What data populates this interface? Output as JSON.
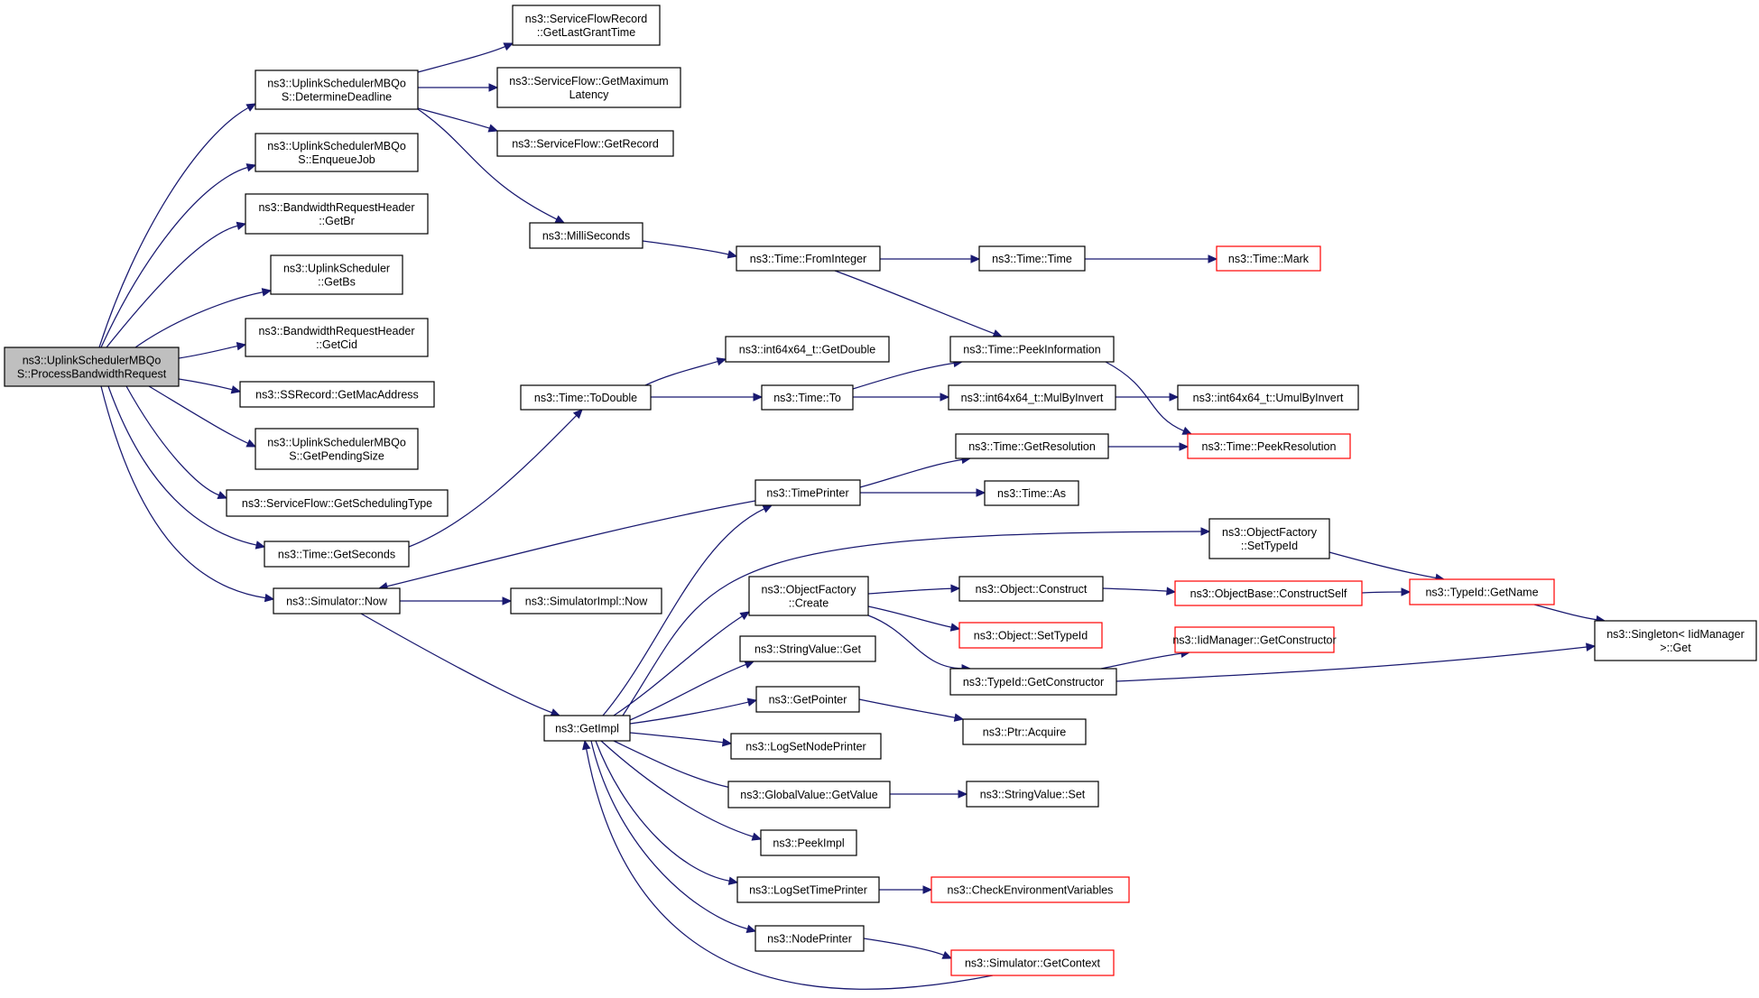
{
  "colors": {
    "edge": "#191970",
    "node_fill": "#ffffff",
    "node_border": "#000000",
    "root_fill": "#bfbfbf",
    "truncated_border": "#ff0000"
  },
  "nodes": [
    {
      "id": "root",
      "lines": [
        "ns3::UplinkSchedulerMBQo",
        "S::ProcessBandwidthRequest"
      ],
      "style": "root"
    },
    {
      "id": "deadline",
      "lines": [
        "ns3::UplinkSchedulerMBQo",
        "S::DetermineDeadline"
      ],
      "style": "normal"
    },
    {
      "id": "enqueue",
      "lines": [
        "ns3::UplinkSchedulerMBQo",
        "S::EnqueueJob"
      ],
      "style": "normal"
    },
    {
      "id": "getbr",
      "lines": [
        "ns3::BandwidthRequestHeader",
        "::GetBr"
      ],
      "style": "normal"
    },
    {
      "id": "getbs",
      "lines": [
        "ns3::UplinkScheduler",
        "::GetBs"
      ],
      "style": "normal"
    },
    {
      "id": "getcid",
      "lines": [
        "ns3::BandwidthRequestHeader",
        "::GetCid"
      ],
      "style": "normal"
    },
    {
      "id": "getmac",
      "lines": [
        "ns3::SSRecord::GetMacAddress"
      ],
      "style": "normal"
    },
    {
      "id": "pending",
      "lines": [
        "ns3::UplinkSchedulerMBQo",
        "S::GetPendingSize"
      ],
      "style": "normal"
    },
    {
      "id": "schedtype",
      "lines": [
        "ns3::ServiceFlow::GetSchedulingType"
      ],
      "style": "normal"
    },
    {
      "id": "getseconds",
      "lines": [
        "ns3::Time::GetSeconds"
      ],
      "style": "normal"
    },
    {
      "id": "simnow",
      "lines": [
        "ns3::Simulator::Now"
      ],
      "style": "normal"
    },
    {
      "id": "lastgrant",
      "lines": [
        "ns3::ServiceFlowRecord",
        "::GetLastGrantTime"
      ],
      "style": "normal"
    },
    {
      "id": "maxlatency",
      "lines": [
        "ns3::ServiceFlow::GetMaximum",
        "Latency"
      ],
      "style": "normal"
    },
    {
      "id": "getrecord",
      "lines": [
        "ns3::ServiceFlow::GetRecord"
      ],
      "style": "normal"
    },
    {
      "id": "millis",
      "lines": [
        "ns3::MilliSeconds"
      ],
      "style": "normal"
    },
    {
      "id": "frominteger",
      "lines": [
        "ns3::Time::FromInteger"
      ],
      "style": "normal"
    },
    {
      "id": "timetime",
      "lines": [
        "ns3::Time::Time"
      ],
      "style": "normal"
    },
    {
      "id": "timemark",
      "lines": [
        "ns3::Time::Mark"
      ],
      "style": "truncated"
    },
    {
      "id": "peekinfo",
      "lines": [
        "ns3::Time::PeekInformation"
      ],
      "style": "normal"
    },
    {
      "id": "getdouble",
      "lines": [
        "ns3::int64x64_t::GetDouble"
      ],
      "style": "normal"
    },
    {
      "id": "todouble",
      "lines": [
        "ns3::Time::ToDouble"
      ],
      "style": "normal"
    },
    {
      "id": "timeto",
      "lines": [
        "ns3::Time::To"
      ],
      "style": "normal"
    },
    {
      "id": "mulbyinvert",
      "lines": [
        "ns3::int64x64_t::MulByInvert"
      ],
      "style": "normal"
    },
    {
      "id": "umulbyinvert",
      "lines": [
        "ns3::int64x64_t::UmulByInvert"
      ],
      "style": "normal"
    },
    {
      "id": "getresolution",
      "lines": [
        "ns3::Time::GetResolution"
      ],
      "style": "normal"
    },
    {
      "id": "peekresolution",
      "lines": [
        "ns3::Time::PeekResolution"
      ],
      "style": "truncated"
    },
    {
      "id": "timeprinter",
      "lines": [
        "ns3::TimePrinter"
      ],
      "style": "normal"
    },
    {
      "id": "timeas",
      "lines": [
        "ns3::Time::As"
      ],
      "style": "normal"
    },
    {
      "id": "ofsettypeid",
      "lines": [
        "ns3::ObjectFactory",
        "::SetTypeId"
      ],
      "style": "normal"
    },
    {
      "id": "ofcreate",
      "lines": [
        "ns3::ObjectFactory",
        "::Create"
      ],
      "style": "normal"
    },
    {
      "id": "objconstruct",
      "lines": [
        "ns3::Object::Construct"
      ],
      "style": "normal"
    },
    {
      "id": "objbaseconstruct",
      "lines": [
        "ns3::ObjectBase::ConstructSelf"
      ],
      "style": "truncated"
    },
    {
      "id": "typeidgetname",
      "lines": [
        "ns3::TypeId::GetName"
      ],
      "style": "truncated"
    },
    {
      "id": "singletonget",
      "lines": [
        "ns3::Singleton< IidManager",
        ">::Get"
      ],
      "style": "normal"
    },
    {
      "id": "simimplnow",
      "lines": [
        "ns3::SimulatorImpl::Now"
      ],
      "style": "normal"
    },
    {
      "id": "objsettypeid",
      "lines": [
        "ns3::Object::SetTypeId"
      ],
      "style": "truncated"
    },
    {
      "id": "stringvalueget",
      "lines": [
        "ns3::StringValue::Get"
      ],
      "style": "normal"
    },
    {
      "id": "iidgetconstructor",
      "lines": [
        "ns3::IidManager::GetConstructor"
      ],
      "style": "truncated"
    },
    {
      "id": "typeidgetconstructor",
      "lines": [
        "ns3::TypeId::GetConstructor"
      ],
      "style": "normal"
    },
    {
      "id": "getimpl",
      "lines": [
        "ns3::GetImpl"
      ],
      "style": "normal"
    },
    {
      "id": "getpointer",
      "lines": [
        "ns3::GetPointer"
      ],
      "style": "normal"
    },
    {
      "id": "ptracquire",
      "lines": [
        "ns3::Ptr::Acquire"
      ],
      "style": "normal"
    },
    {
      "id": "logsetnodeprinter",
      "lines": [
        "ns3::LogSetNodePrinter"
      ],
      "style": "normal"
    },
    {
      "id": "globalgetvalue",
      "lines": [
        "ns3::GlobalValue::GetValue"
      ],
      "style": "normal"
    },
    {
      "id": "stringvalueset",
      "lines": [
        "ns3::StringValue::Set"
      ],
      "style": "normal"
    },
    {
      "id": "peekimpl",
      "lines": [
        "ns3::PeekImpl"
      ],
      "style": "normal"
    },
    {
      "id": "logsettimeprinter",
      "lines": [
        "ns3::LogSetTimePrinter"
      ],
      "style": "normal"
    },
    {
      "id": "checkenv",
      "lines": [
        "ns3::CheckEnvironmentVariables"
      ],
      "style": "truncated"
    },
    {
      "id": "nodeprinter",
      "lines": [
        "ns3::NodePrinter"
      ],
      "style": "normal"
    },
    {
      "id": "simgetcontext",
      "lines": [
        "ns3::Simulator::GetContext"
      ],
      "style": "truncated"
    }
  ],
  "edges": [
    {
      "from": "root",
      "to": "deadline"
    },
    {
      "from": "root",
      "to": "enqueue"
    },
    {
      "from": "root",
      "to": "getbr"
    },
    {
      "from": "root",
      "to": "getbs"
    },
    {
      "from": "root",
      "to": "getcid"
    },
    {
      "from": "root",
      "to": "getmac"
    },
    {
      "from": "root",
      "to": "pending"
    },
    {
      "from": "root",
      "to": "schedtype"
    },
    {
      "from": "root",
      "to": "getseconds"
    },
    {
      "from": "root",
      "to": "simnow"
    },
    {
      "from": "deadline",
      "to": "lastgrant"
    },
    {
      "from": "deadline",
      "to": "maxlatency"
    },
    {
      "from": "deadline",
      "to": "getrecord"
    },
    {
      "from": "deadline",
      "to": "millis"
    },
    {
      "from": "millis",
      "to": "frominteger"
    },
    {
      "from": "frominteger",
      "to": "timetime"
    },
    {
      "from": "frominteger",
      "to": "peekinfo"
    },
    {
      "from": "timetime",
      "to": "timemark"
    },
    {
      "from": "getseconds",
      "to": "todouble"
    },
    {
      "from": "todouble",
      "to": "getdouble"
    },
    {
      "from": "todouble",
      "to": "timeto"
    },
    {
      "from": "timeto",
      "to": "peekinfo"
    },
    {
      "from": "timeto",
      "to": "mulbyinvert"
    },
    {
      "from": "mulbyinvert",
      "to": "umulbyinvert"
    },
    {
      "from": "peekinfo",
      "to": "peekresolution"
    },
    {
      "from": "getresolution",
      "to": "peekresolution"
    },
    {
      "from": "timeprinter",
      "to": "getresolution"
    },
    {
      "from": "timeprinter",
      "to": "timeas"
    },
    {
      "from": "timeprinter",
      "to": "simnow"
    },
    {
      "from": "simnow",
      "to": "simimplnow"
    },
    {
      "from": "simnow",
      "to": "getimpl"
    },
    {
      "from": "getimpl",
      "to": "timeprinter"
    },
    {
      "from": "getimpl",
      "to": "ofsettypeid"
    },
    {
      "from": "getimpl",
      "to": "ofcreate"
    },
    {
      "from": "getimpl",
      "to": "stringvalueget"
    },
    {
      "from": "getimpl",
      "to": "getpointer"
    },
    {
      "from": "getimpl",
      "to": "logsetnodeprinter"
    },
    {
      "from": "getimpl",
      "to": "globalgetvalue"
    },
    {
      "from": "getimpl",
      "to": "peekimpl"
    },
    {
      "from": "getimpl",
      "to": "logsettimeprinter"
    },
    {
      "from": "getimpl",
      "to": "nodeprinter"
    },
    {
      "from": "ofsettypeid",
      "to": "typeidgetname"
    },
    {
      "from": "ofcreate",
      "to": "objconstruct"
    },
    {
      "from": "ofcreate",
      "to": "objsettypeid"
    },
    {
      "from": "ofcreate",
      "to": "typeidgetconstructor"
    },
    {
      "from": "objconstruct",
      "to": "objbaseconstruct"
    },
    {
      "from": "objbaseconstruct",
      "to": "typeidgetname"
    },
    {
      "from": "typeidgetname",
      "to": "singletonget"
    },
    {
      "from": "typeidgetconstructor",
      "to": "iidgetconstructor"
    },
    {
      "from": "typeidgetconstructor",
      "to": "singletonget"
    },
    {
      "from": "getpointer",
      "to": "ptracquire"
    },
    {
      "from": "globalgetvalue",
      "to": "stringvalueset"
    },
    {
      "from": "logsettimeprinter",
      "to": "checkenv"
    },
    {
      "from": "nodeprinter",
      "to": "simgetcontext"
    },
    {
      "from": "simgetcontext",
      "to": "getimpl"
    }
  ]
}
